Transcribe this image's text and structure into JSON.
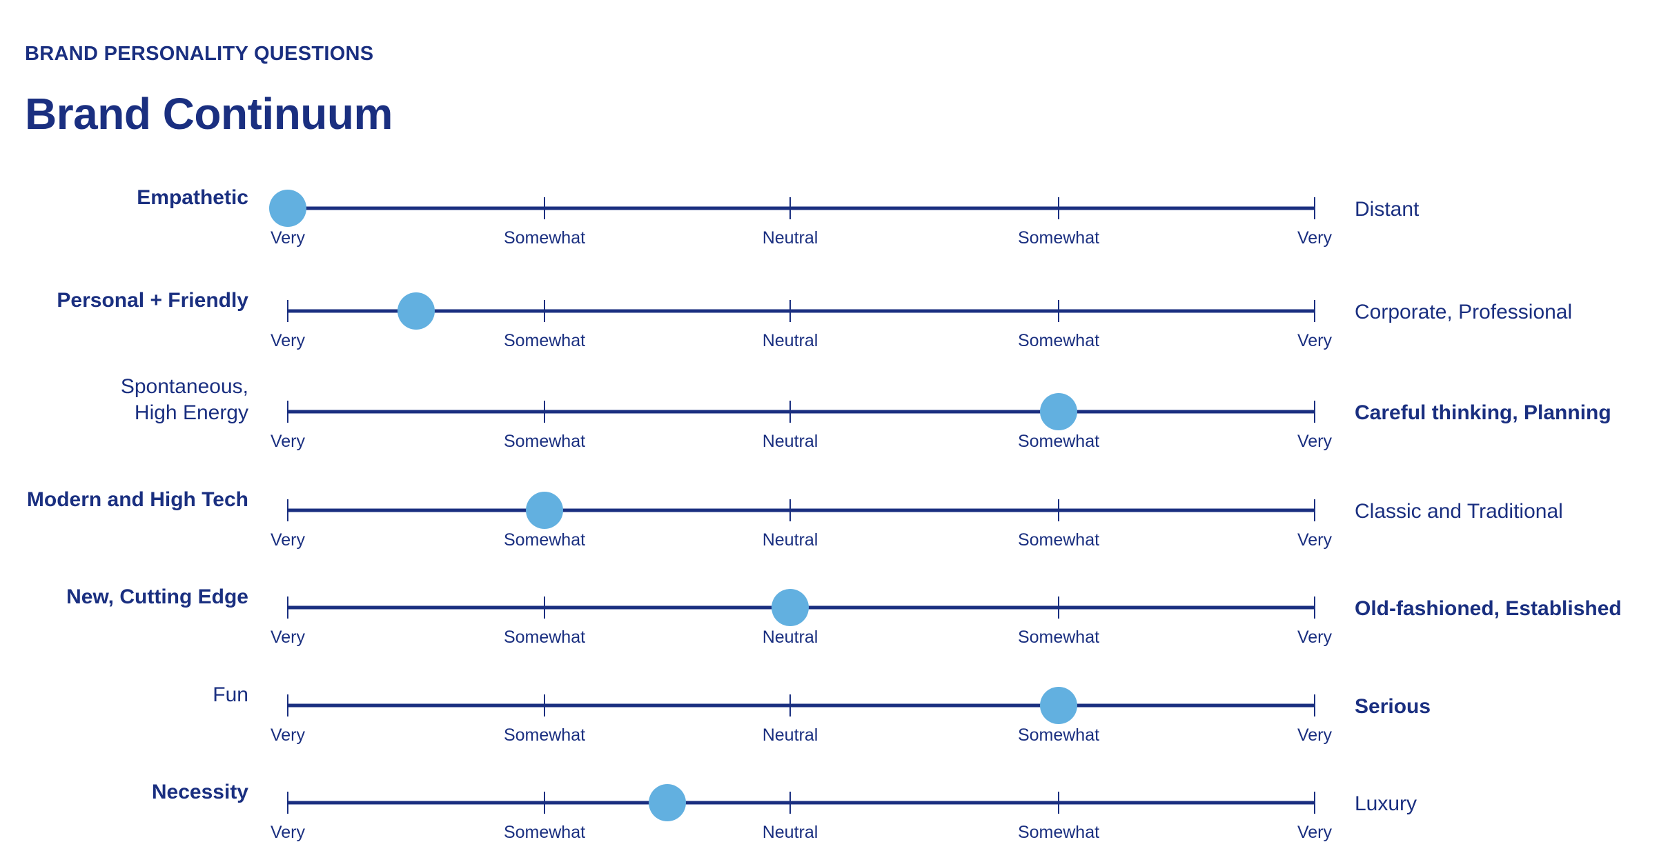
{
  "header": {
    "eyebrow": "BRAND PERSONALITY QUESTIONS",
    "title": "Brand Continuum"
  },
  "scale_labels": [
    "Very",
    "Somewhat",
    "Neutral",
    "Somewhat",
    "Very"
  ],
  "colors": {
    "text": "#1a2f80",
    "line": "#1a2f80",
    "marker": "#62b0e0"
  },
  "rows": [
    {
      "left": [
        "Empathetic"
      ],
      "left_bold": true,
      "right": "Distant",
      "right_bold": false,
      "value": 0
    },
    {
      "left": [
        "Personal + Friendly"
      ],
      "left_bold": true,
      "right": "Corporate, Professional",
      "right_bold": false,
      "value": 0.5
    },
    {
      "left": [
        "Spontaneous,",
        "High Energy"
      ],
      "left_bold": false,
      "right": "Careful thinking, Planning",
      "right_bold": true,
      "value": 3
    },
    {
      "left": [
        "Modern and High Tech"
      ],
      "left_bold": true,
      "right": "Classic and Traditional",
      "right_bold": false,
      "value": 1
    },
    {
      "left": [
        "New, Cutting Edge"
      ],
      "left_bold": true,
      "right": "Old-fashioned, Established",
      "right_bold": true,
      "value": 2
    },
    {
      "left": [
        "Fun"
      ],
      "left_bold": false,
      "right": "Serious",
      "right_bold": true,
      "value": 3
    },
    {
      "left": [
        "Necessity"
      ],
      "left_bold": true,
      "right": "Luxury",
      "right_bold": false,
      "value": 1.5
    }
  ]
}
